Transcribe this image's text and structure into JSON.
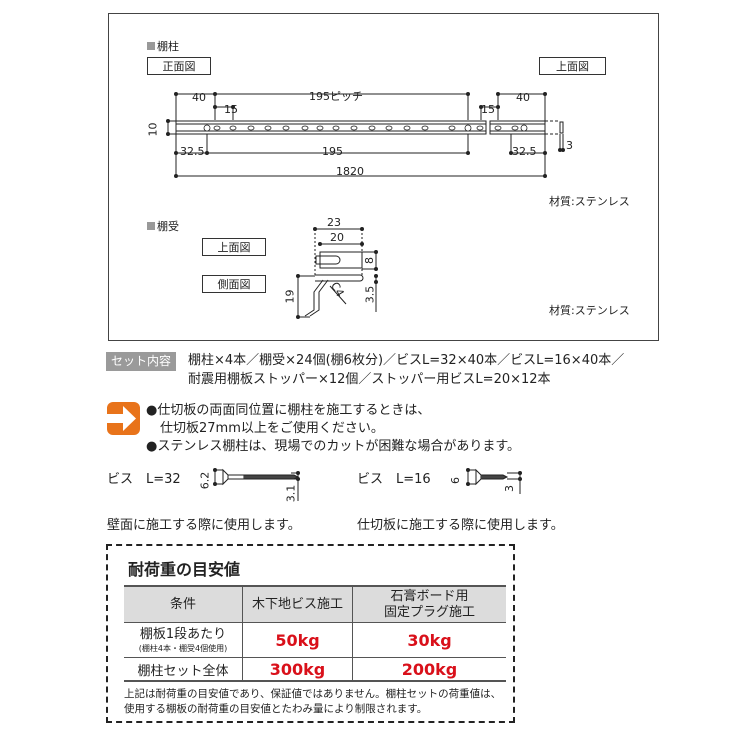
{
  "diagram": {
    "pillar": {
      "section_label": "棚柱",
      "front_view_label": "正面図",
      "top_view_label": "上面図",
      "dims": {
        "left_offset_top": "40",
        "pitch": "195ピッチ",
        "hole_spacing_left": "15",
        "hole_spacing_right": "15",
        "right_offset_top": "40",
        "height": "10",
        "left_offset_bottom": "32.5",
        "span": "195",
        "right_offset_bottom": "32.5",
        "total_length": "1820",
        "thickness": "3"
      },
      "material": "材質:ステンレス"
    },
    "bracket": {
      "section_label": "棚受",
      "top_view_label": "上面図",
      "side_view_label": "側面図",
      "dims": {
        "width_outer": "23",
        "width_inner": "20",
        "depth": "8",
        "height": "19",
        "thickness": "3.5",
        "chamfer": "C4"
      },
      "material": "材質:ステンレス"
    }
  },
  "set_contents": {
    "tag": "セット内容",
    "line1": "棚柱×4本／棚受×24個(棚6枚分)／ビスL=32×40本／ビスL=16×40本／",
    "line2": "耐震用棚板ストッパー×12個／ストッパー用ビスL=20×12本"
  },
  "notes": {
    "icon": "orange-arrow-icon",
    "accent_color": "#e8731a",
    "items": [
      "●仕切板の両面同位置に棚柱を施工するときは、",
      "仕切板27mm以上をご使用ください。",
      "●ステンレス棚柱は、現場でのカットが困難な場合があります。"
    ]
  },
  "screws": [
    {
      "label": "ビス　L=32",
      "head": "6.2",
      "shaft": "3.1",
      "usage": "壁面に施工する際に使用します。"
    },
    {
      "label": "ビス　L=16",
      "head": "6",
      "shaft": "3",
      "usage": "仕切板に施工する際に使用します。"
    }
  ],
  "load": {
    "title": "耐荷重の目安値",
    "headers": [
      "条件",
      "木下地ビス施工",
      "石膏ボード用",
      "固定プラグ施工"
    ],
    "rows": [
      {
        "condition": "棚板1段あたり",
        "sub": "(棚柱4本・棚受4個使用)",
        "wood": "50kg",
        "gypsum": "30kg"
      },
      {
        "condition": "棚柱セット全体",
        "wood": "300kg",
        "gypsum": "200kg"
      }
    ],
    "value_color": "#d9101a",
    "disclaimer1": "上記は耐荷重の目安値であり、保証値ではありません。棚柱セットの荷重値は、",
    "disclaimer2": "使用する棚板の耐荷重の目安値とたわみ量により制限されます。"
  }
}
